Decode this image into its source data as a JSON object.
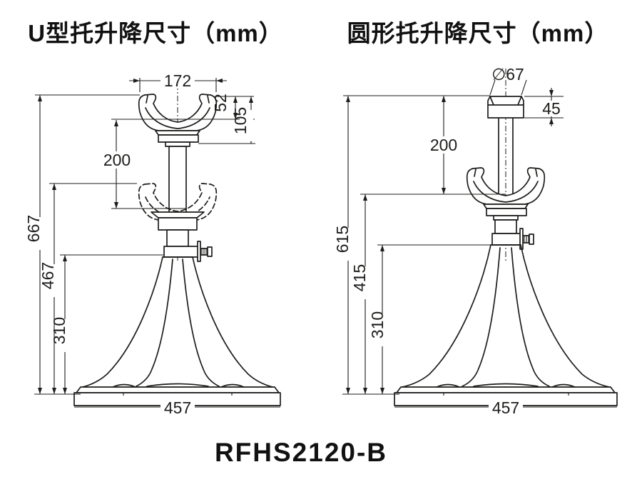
{
  "page": {
    "background": "#ffffff",
    "line_color": "#1d1d1b"
  },
  "left_diagram": {
    "title": "U型托升降尺寸（mm）",
    "dims": {
      "top_width": "172",
      "cup_depth": "52",
      "head_height": "105",
      "travel": "200",
      "height_max": "667",
      "height_mid": "467",
      "height_min": "310",
      "base_width": "457"
    }
  },
  "right_diagram": {
    "title": "圆形托升降尺寸（mm）",
    "dims": {
      "top_diameter": "∅67",
      "cap_height": "45",
      "travel": "200",
      "height_max": "615",
      "height_mid": "415",
      "height_min": "310",
      "base_width": "457"
    }
  },
  "footer": {
    "model": "RFHS2120-B"
  }
}
